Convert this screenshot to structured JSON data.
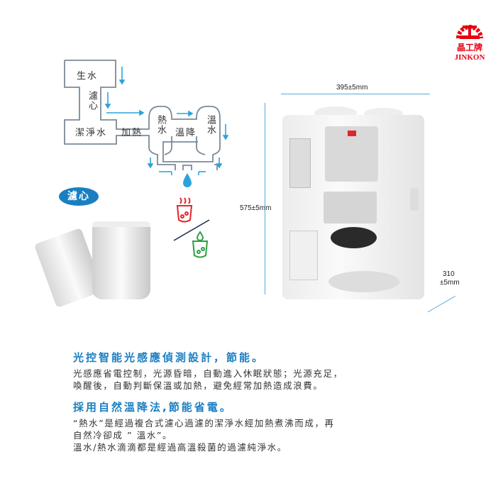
{
  "brand": {
    "logo_text_cn": "晶工牌",
    "logo_text_en": "JINKON",
    "color": "#e60012"
  },
  "flow": {
    "raw_water": "生水",
    "filter": "濾心",
    "clean_water": "潔淨水",
    "heating": "加熱",
    "hot_water": "熱水",
    "cooling": "溫降",
    "warm_water": "溫水"
  },
  "filter_badge": "濾心",
  "dimensions": {
    "width": "395±5mm",
    "height": "575±5mm",
    "depth_value": "310",
    "depth_tol": "±5mm"
  },
  "sections": [
    {
      "title": "光控智能光感應偵測設計，節能。",
      "lines": [
        "光感應省電控制，光源昏暗，自動進入休眠狀態；光源充足，",
        "喚醒後，自動判斷保溫或加熱，避免經常加熱造成浪費。"
      ]
    },
    {
      "title": "採用自然溫降法,節能省電。",
      "lines": [
        "“熱水”是經過複合式濾心過濾的潔淨水經加熱煮沸而成，再",
        "自然冷卻成 ” 溫水”。",
        "溫水/熱水滴滴都是經過高溫殺菌的過濾純淨水。"
      ]
    }
  ],
  "colors": {
    "accent": "#1a7fc1",
    "arrow": "#29a3dc",
    "hot": "#e0262b",
    "warm": "#2ea043"
  }
}
